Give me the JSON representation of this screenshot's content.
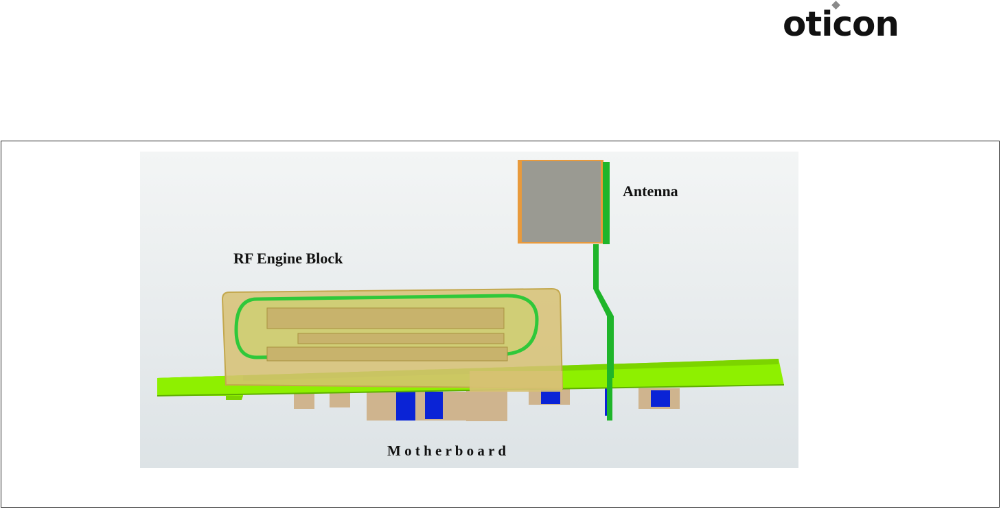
{
  "logo": {
    "text": "oticon"
  },
  "figure": {
    "labels": {
      "antenna": "Antenna",
      "rf_engine_block": "RF Engine Block",
      "motherboard": "M o t h e r b o a r d"
    }
  },
  "colors": {
    "board_green": "#8ef000",
    "antenna_green": "#1fb52a",
    "rf_block_tan": "#d7c173",
    "antenna_body": "#9a9a92",
    "antenna_edge": "#e89a3c",
    "component_tan": "#cfb48e",
    "component_blue": "#0a23d6"
  }
}
